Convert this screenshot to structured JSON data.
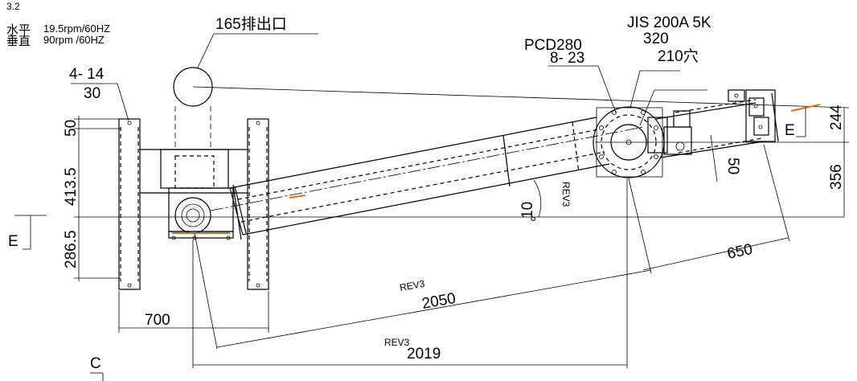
{
  "title_block": {
    "top_tag": "3.2",
    "horizontal_label": "水平",
    "horizontal_speed": "19.5rpm/60HZ",
    "vertical_label": "垂直",
    "vertical_speed": "90rpm  /60HZ"
  },
  "callouts": {
    "outlet": "165排出口",
    "flange_spec": "JIS 200A 5K",
    "flange_pcd_outer": "320",
    "flange_hole": "210穴",
    "pcd": "PCD280",
    "bolt_holes": "8-  23",
    "leg_holes": "4-  14",
    "leg_hole_pitch": "30"
  },
  "dimensions": {
    "d50_top": "50",
    "d413": "413.5",
    "d286": "286.5",
    "d700": "700",
    "d2050": "2050",
    "d2019": "2019",
    "d650": "650",
    "d244": "244",
    "d356": "356",
    "d50_right": "50",
    "angle_value": "10",
    "angle_unit": "°"
  },
  "revisions": {
    "rev_angle": "REV3",
    "rev_2050": "REV3",
    "rev_2019": "REV3"
  },
  "section_marks": {
    "left": "E",
    "right": "E",
    "bottom": "C"
  }
}
